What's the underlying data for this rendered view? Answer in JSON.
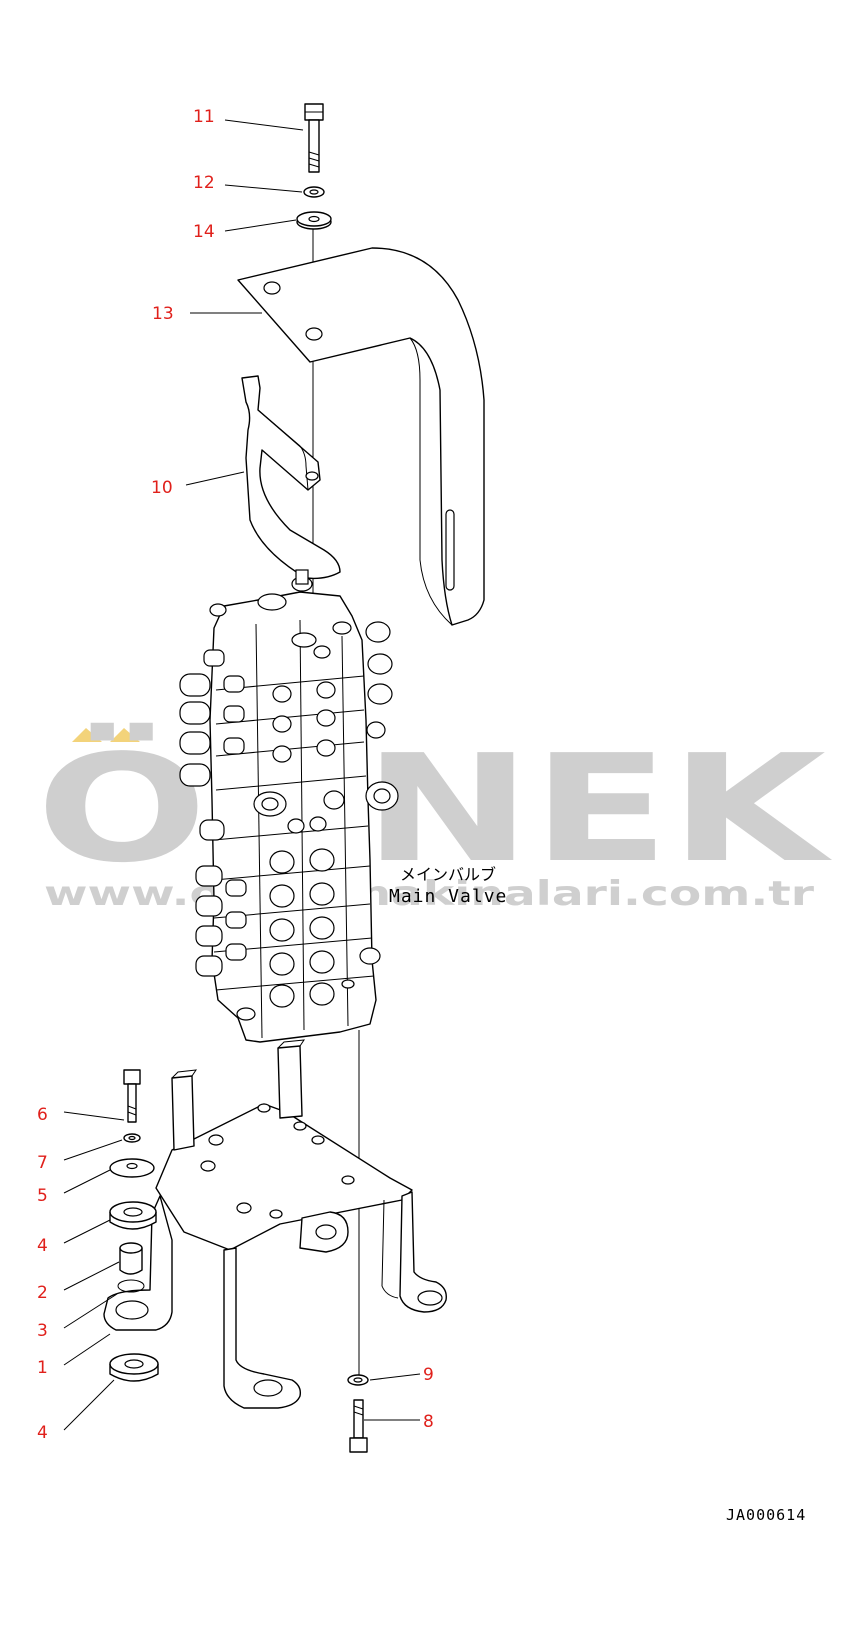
{
  "watermark": {
    "brand": "ÖRNEK",
    "url": "www.ornekmakinalari.com.tr",
    "accent_color": "#f3d37a",
    "text_color": "#cfcfcf"
  },
  "assembly_label": {
    "japanese": "メインバルブ",
    "english": "Main Valve"
  },
  "drawing_code": "JA000614",
  "callouts": [
    {
      "id": "11",
      "label": "11"
    },
    {
      "id": "12",
      "label": "12"
    },
    {
      "id": "14",
      "label": "14"
    },
    {
      "id": "13",
      "label": "13"
    },
    {
      "id": "10",
      "label": "10"
    },
    {
      "id": "6",
      "label": "6"
    },
    {
      "id": "7",
      "label": "7"
    },
    {
      "id": "5",
      "label": "5"
    },
    {
      "id": "4a",
      "label": "4"
    },
    {
      "id": "2",
      "label": "2"
    },
    {
      "id": "3",
      "label": "3"
    },
    {
      "id": "1",
      "label": "1"
    },
    {
      "id": "4b",
      "label": "4"
    },
    {
      "id": "9",
      "label": "9"
    },
    {
      "id": "8",
      "label": "8"
    }
  ],
  "callout_color": "#e0201b"
}
